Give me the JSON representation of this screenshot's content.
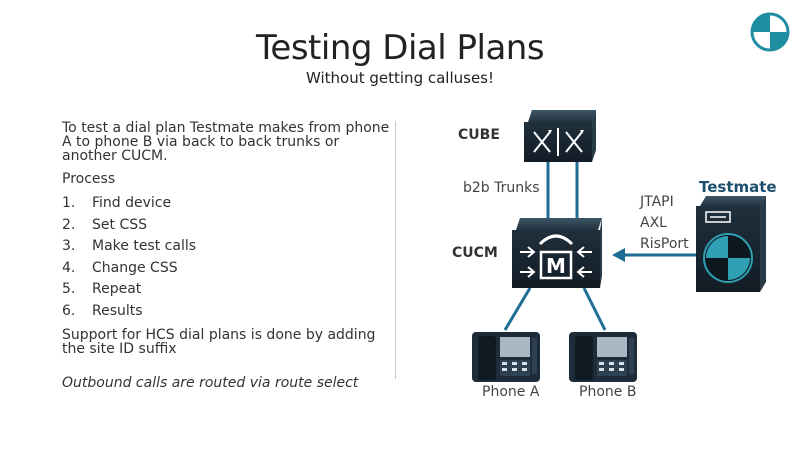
{
  "slide": {
    "title": "Testing Dial Plans",
    "subtitle": "Without getting calluses!"
  },
  "left": {
    "intro": "To test a dial plan Testmate makes from phone A to phone B via back to back trunks or another CUCM.",
    "process_label": "Process",
    "steps": [
      {
        "num": "1.",
        "text": "Find device"
      },
      {
        "num": "2.",
        "text": "Set CSS"
      },
      {
        "num": "3.",
        "text": "Make test calls"
      },
      {
        "num": "4.",
        "text": "Change CSS"
      },
      {
        "num": "5.",
        "text": "Repeat"
      },
      {
        "num": "6.",
        "text": "Results"
      }
    ],
    "support": "Support for HCS dial plans is done by adding the site ID suffix",
    "note": "Outbound calls are routed via route select"
  },
  "diagram": {
    "cube_label": "CUBE",
    "trunks_label": "b2b Trunks",
    "cucm_label": "CUCM",
    "testmate_label": "Testmate",
    "protocols": [
      "JTAPI",
      "AXL",
      "RisPort"
    ],
    "phone_a_label": "Phone A",
    "phone_b_label": "Phone B",
    "link_color": "#1e6d94",
    "device_color": "#1b2d3c",
    "accent_color": "#2f9fb3"
  }
}
